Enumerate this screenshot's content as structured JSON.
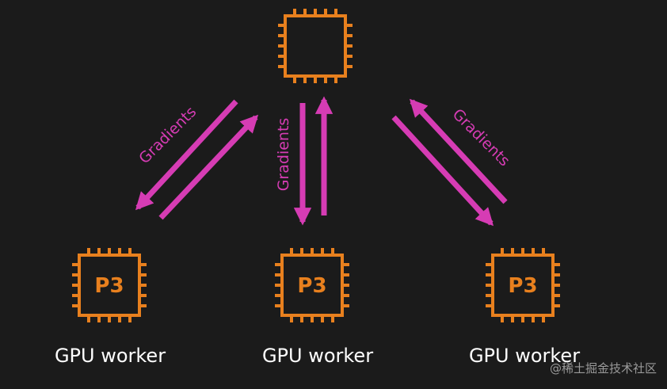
{
  "colors": {
    "background": "#1b1b1b",
    "chip": "#e8801e",
    "arrow": "#d63cb4",
    "label_text": "#ffffff",
    "watermark_text": "#9a9a9a"
  },
  "icons": {
    "server_chip": "cpu-chip-icon",
    "worker_chip": "gpu-chip-icon"
  },
  "server": {
    "label": ""
  },
  "workers": [
    {
      "chip_label": "P3",
      "name": "GPU worker"
    },
    {
      "chip_label": "P3",
      "name": "GPU worker"
    },
    {
      "chip_label": "P3",
      "name": "GPU worker"
    }
  ],
  "links": [
    {
      "label": "Gradients"
    },
    {
      "label": "Gradients"
    },
    {
      "label": "Gradients"
    }
  ],
  "watermark": "@稀土掘金技术社区"
}
